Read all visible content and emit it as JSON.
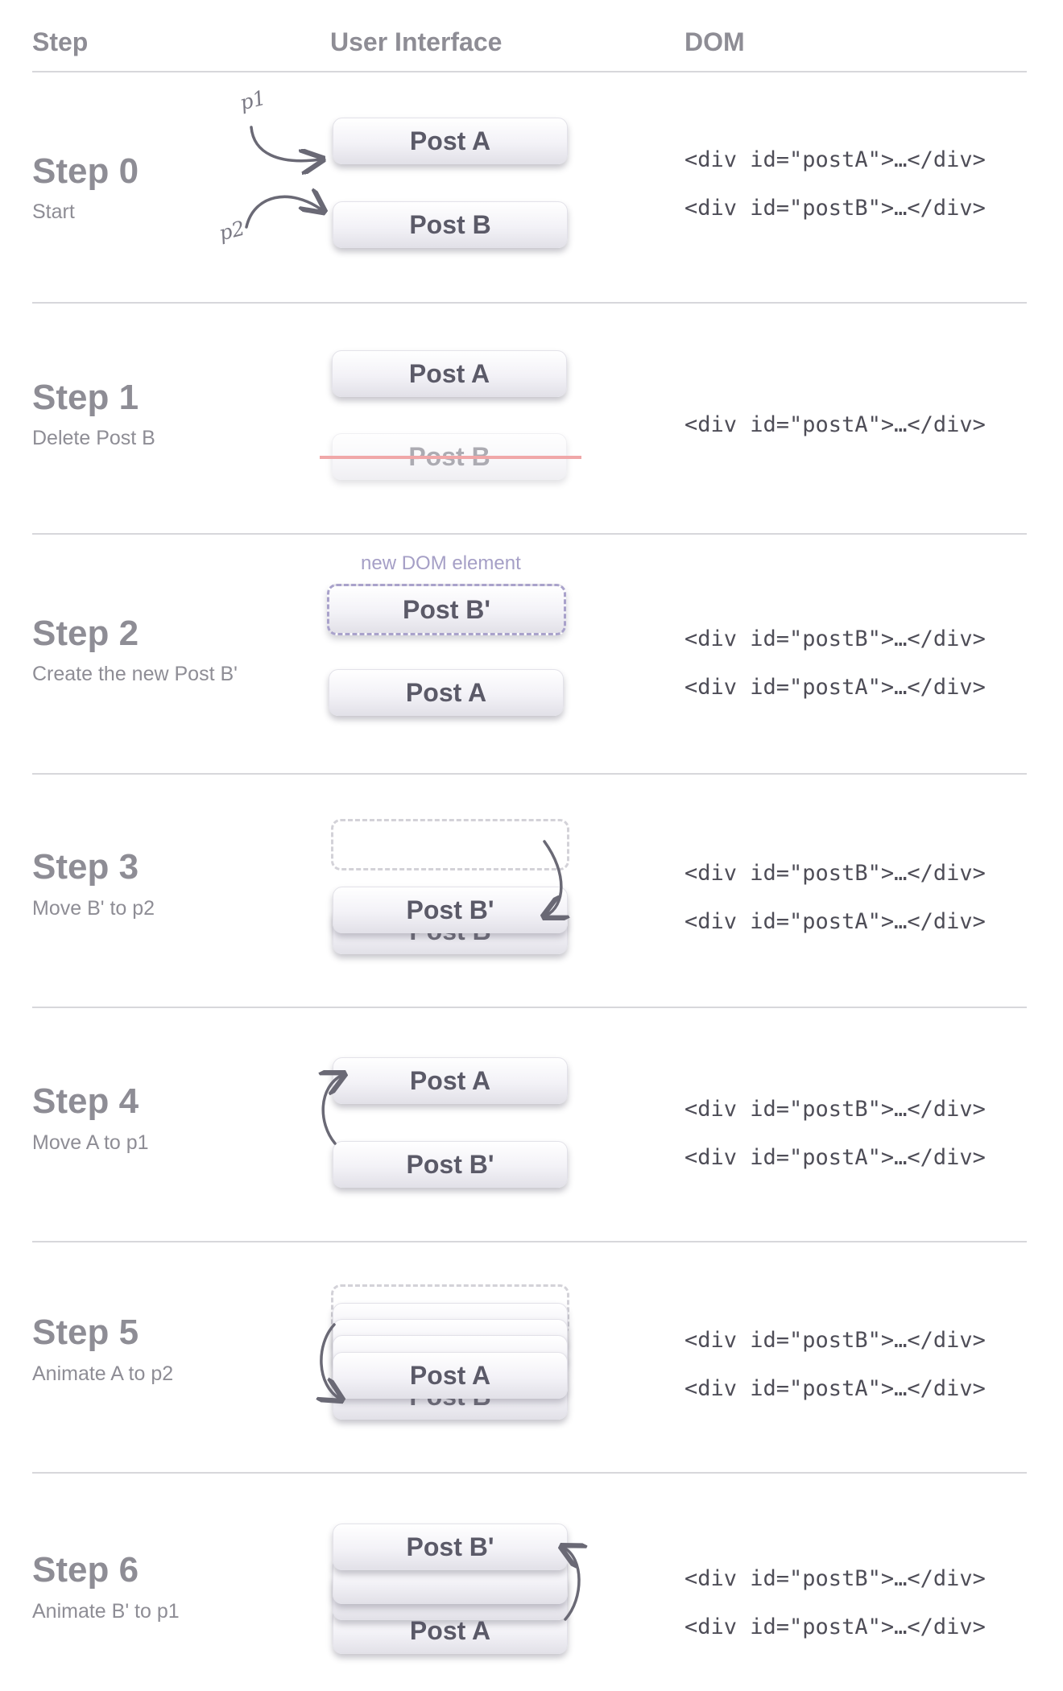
{
  "headers": {
    "step": "Step",
    "ui": "User Interface",
    "dom": "DOM"
  },
  "labels": {
    "p1": "p1",
    "p2": "p2",
    "new_dom": "new DOM element"
  },
  "posts": {
    "a": "Post A",
    "b": "Post B",
    "b_prime": "Post B'"
  },
  "dom": {
    "post_a": "<div id=\"postA\">…</div>",
    "post_b": "<div id=\"postB\">…</div>"
  },
  "steps": [
    {
      "title": "Step 0",
      "subtitle": "Start"
    },
    {
      "title": "Step 1",
      "subtitle": "Delete Post B"
    },
    {
      "title": "Step 2",
      "subtitle": "Create the new Post B'"
    },
    {
      "title": "Step 3",
      "subtitle": "Move B' to p2"
    },
    {
      "title": "Step 4",
      "subtitle": "Move A to p1"
    },
    {
      "title": "Step 5",
      "subtitle": "Animate A to p2"
    },
    {
      "title": "Step 6",
      "subtitle": "Animate B' to p1"
    }
  ],
  "colors": {
    "text": "#8e8d95",
    "code": "#4e4d57",
    "rule": "#d7d7db",
    "arrow": "#6a6975",
    "strike": "#f0a7a8",
    "new_element_border": "#a9a2cb"
  }
}
